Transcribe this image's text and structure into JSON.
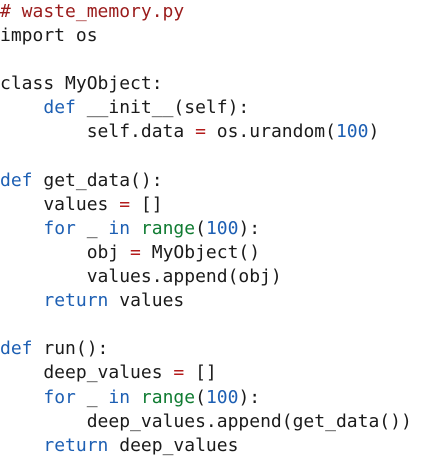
{
  "colors": {
    "comment": "#9a1b1b",
    "keyword": "#1d5fb3",
    "builtin": "#0f7b31",
    "number": "#1d5fb3",
    "operator": "#b31b1b",
    "text": "#1a1a1a",
    "background": "#ffffff"
  },
  "code": {
    "lines": [
      [
        {
          "t": "comment",
          "v": "# waste_memory.py"
        }
      ],
      [
        {
          "t": "text",
          "v": "import os"
        }
      ],
      [],
      [
        {
          "t": "text",
          "v": "class MyObject:"
        }
      ],
      [
        {
          "t": "text",
          "v": "    "
        },
        {
          "t": "keyword",
          "v": "def"
        },
        {
          "t": "text",
          "v": " __init__(self):"
        }
      ],
      [
        {
          "t": "text",
          "v": "        self.data "
        },
        {
          "t": "op",
          "v": "="
        },
        {
          "t": "text",
          "v": " os.urandom("
        },
        {
          "t": "number",
          "v": "100"
        },
        {
          "t": "text",
          "v": ")"
        }
      ],
      [],
      [
        {
          "t": "keyword",
          "v": "def"
        },
        {
          "t": "text",
          "v": " get_data():"
        }
      ],
      [
        {
          "t": "text",
          "v": "    values "
        },
        {
          "t": "op",
          "v": "="
        },
        {
          "t": "text",
          "v": " []"
        }
      ],
      [
        {
          "t": "text",
          "v": "    "
        },
        {
          "t": "keyword",
          "v": "for"
        },
        {
          "t": "text",
          "v": " _ "
        },
        {
          "t": "keyword",
          "v": "in"
        },
        {
          "t": "text",
          "v": " "
        },
        {
          "t": "builtin",
          "v": "range"
        },
        {
          "t": "text",
          "v": "("
        },
        {
          "t": "number",
          "v": "100"
        },
        {
          "t": "text",
          "v": "):"
        }
      ],
      [
        {
          "t": "text",
          "v": "        obj "
        },
        {
          "t": "op",
          "v": "="
        },
        {
          "t": "text",
          "v": " MyObject()"
        }
      ],
      [
        {
          "t": "text",
          "v": "        values.append(obj)"
        }
      ],
      [
        {
          "t": "text",
          "v": "    "
        },
        {
          "t": "keyword",
          "v": "return"
        },
        {
          "t": "text",
          "v": " values"
        }
      ],
      [],
      [
        {
          "t": "keyword",
          "v": "def"
        },
        {
          "t": "text",
          "v": " run():"
        }
      ],
      [
        {
          "t": "text",
          "v": "    deep_values "
        },
        {
          "t": "op",
          "v": "="
        },
        {
          "t": "text",
          "v": " []"
        }
      ],
      [
        {
          "t": "text",
          "v": "    "
        },
        {
          "t": "keyword",
          "v": "for"
        },
        {
          "t": "text",
          "v": " _ "
        },
        {
          "t": "keyword",
          "v": "in"
        },
        {
          "t": "text",
          "v": " "
        },
        {
          "t": "builtin",
          "v": "range"
        },
        {
          "t": "text",
          "v": "("
        },
        {
          "t": "number",
          "v": "100"
        },
        {
          "t": "text",
          "v": "):"
        }
      ],
      [
        {
          "t": "text",
          "v": "        deep_values.append(get_data())"
        }
      ],
      [
        {
          "t": "text",
          "v": "    "
        },
        {
          "t": "keyword",
          "v": "return"
        },
        {
          "t": "text",
          "v": " deep_values"
        }
      ]
    ]
  }
}
